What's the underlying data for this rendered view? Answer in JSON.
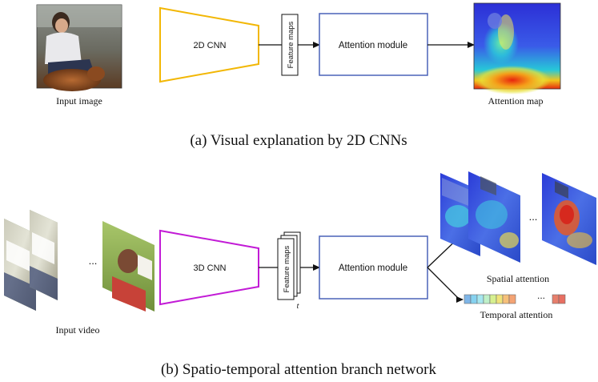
{
  "part_a": {
    "caption": "(a) Visual explanation by 2D CNNs",
    "input_label": "Input image",
    "cnn_label": "2D CNN",
    "feature_label": "Feature maps",
    "attention_label": "Attention module",
    "output_label": "Attention map"
  },
  "part_b": {
    "caption": "(b) Spatio-temporal attention branch network",
    "input_label": "Input video",
    "ellipsis": "...",
    "cnn_label": "3D CNN",
    "feature_label": "Feature maps",
    "time_label": "t",
    "attention_label": "Attention module",
    "spatial_label": "Spatial attention",
    "temporal_label": "Temporal attention"
  },
  "colors": {
    "cnn2d_border": "#f2b705",
    "cnn3d_border": "#c21bd6",
    "attention_border": "#4a62b8",
    "temporal_cells": [
      "#7fb6e8",
      "#86d2f0",
      "#a6e7ef",
      "#bff0c9",
      "#d6f08f",
      "#f0e37a",
      "#f6c07a",
      "#f4a374",
      "#e77f6c",
      "#e86f62"
    ]
  }
}
